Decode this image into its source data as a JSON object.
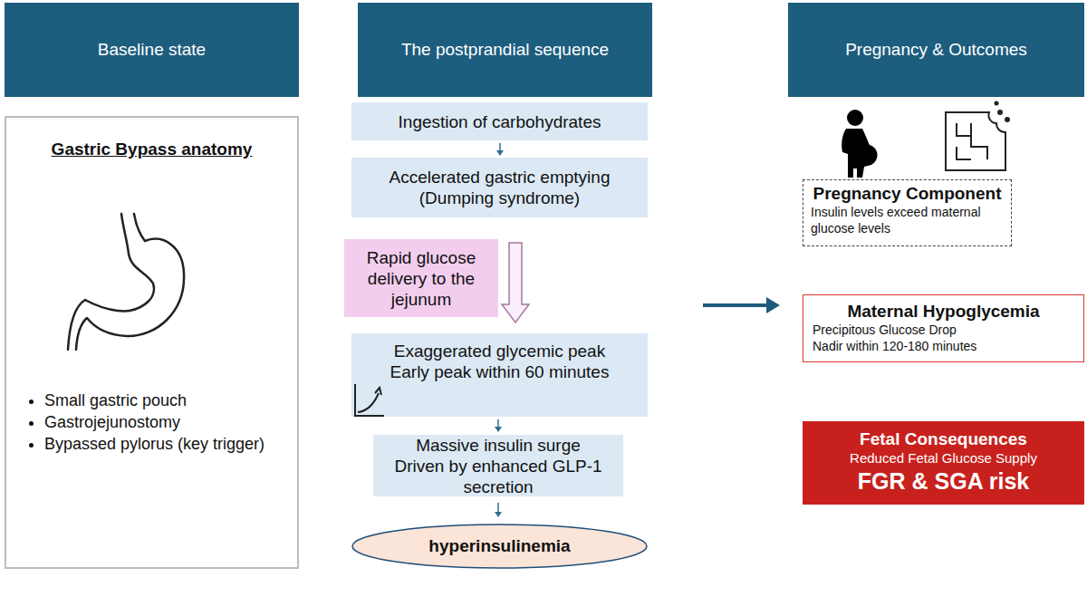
{
  "diagram": {
    "nodes": [
      {
        "text": [
          "Baseline state"
        ]
      },
      {
        "text": [
          "The postprandial sequence"
        ]
      },
      {
        "text": [
          "Pregnancy & Outcomes"
        ]
      },
      {
        "text": [
          "Gastric Bypass anatomy",
          "Small gastric pouch",
          "Gastrojejunostomy",
          "Bypassed pylorus (key trigger)"
        ]
      },
      {
        "text": [
          "Ingestion of carbohydrates"
        ]
      },
      {
        "text": [
          "Accelerated gastric emptying (Dumping syndrome)"
        ]
      },
      {
        "text": [
          "Rapid glucose delivery to the jejunum"
        ]
      },
      {
        "text": [
          "Exaggerated glycemic peak",
          "Early peak within 60 minutes"
        ]
      },
      {
        "text": [
          "Massive insulin surge",
          "Driven by enhanced GLP-1 secretion"
        ]
      },
      {
        "text": [
          "hyperinsulinemia"
        ]
      },
      {
        "text": [
          "Pregnancy Component",
          "Insulin levels exceed maternal glucose levels"
        ]
      },
      {
        "text": [
          "Maternal Hypoglycemia",
          "Precipitous Glucose Drop",
          "Nadir within 120-180 minutes"
        ]
      },
      {
        "text": [
          "Fetal Consequences",
          "Reduced Fetal Glucose Supply",
          "FGR & SGA risk"
        ]
      }
    ],
    "edges": [
      {
        "from": 4,
        "to": 5,
        "arrow": "to"
      },
      {
        "from": 5,
        "to": 7,
        "arrow": "to"
      },
      {
        "from": 7,
        "to": 8,
        "arrow": "to"
      },
      {
        "from": 8,
        "to": 9,
        "arrow": "to"
      }
    ]
  }
}
